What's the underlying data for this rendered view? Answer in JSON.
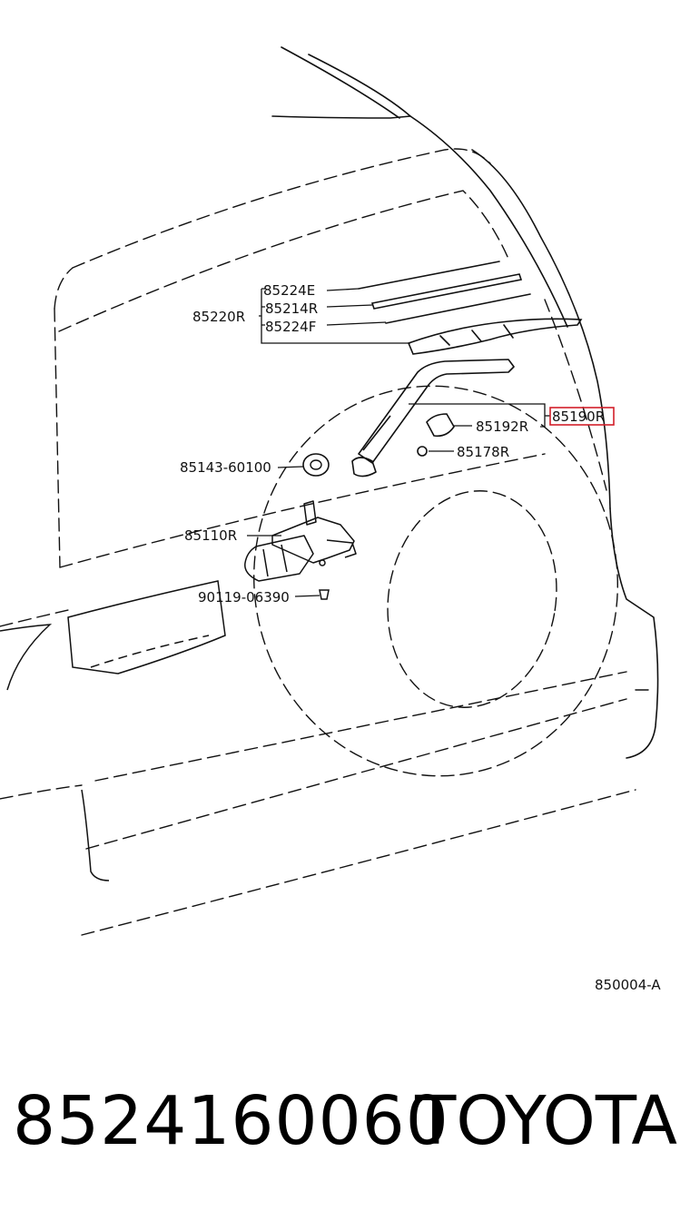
{
  "diagram": {
    "labels": {
      "p85224E": "85224E",
      "p85214R": "85214R",
      "p85224F": "85224F",
      "p85220R": "85220R",
      "p85190R": "85190R",
      "p85192R": "85192R",
      "p85178R": "85178R",
      "p85143": "85143-60100",
      "p85110R": "85110R",
      "p90119": "90119-06390"
    },
    "reference_code": "850004-A",
    "highlight_color": "#d21f2a"
  },
  "footer": {
    "part_number": "8524160060",
    "brand": "TOYOTA"
  }
}
